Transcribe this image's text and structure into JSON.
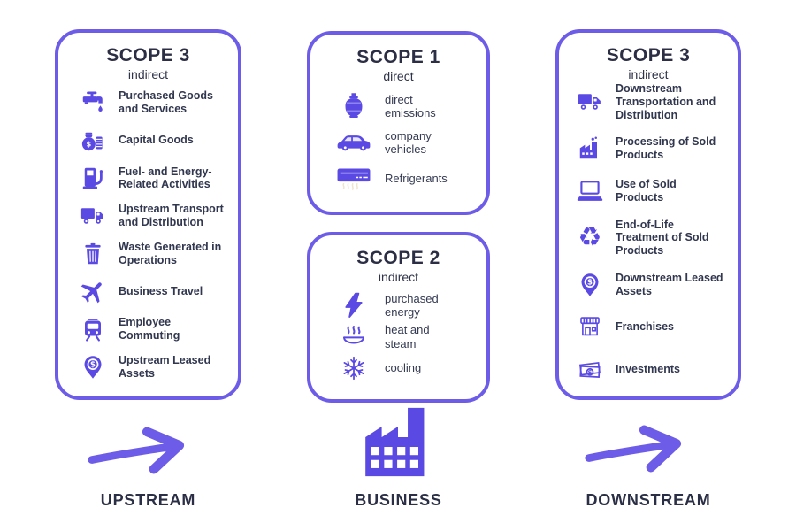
{
  "colors": {
    "accent_border": "#6C5CE7",
    "icon_purple": "#5A4AE3",
    "heading_dark": "#2B2E44",
    "body_text": "#31374F"
  },
  "panels": [
    {
      "id": "scope3-upstream",
      "title": "SCOPE 3",
      "subtitle": "indirect",
      "items": [
        {
          "icon": "faucet-icon",
          "label": "Purchased Goods and Services"
        },
        {
          "icon": "money-bag-icon",
          "label": "Capital Goods"
        },
        {
          "icon": "fuel-pump-icon",
          "label": "Fuel- and Energy-Related Activities"
        },
        {
          "icon": "truck-icon",
          "label": "Upstream Transport and Distribution"
        },
        {
          "icon": "trash-icon",
          "label": "Waste Generated in Operations"
        },
        {
          "icon": "airplane-icon",
          "label": "Business Travel"
        },
        {
          "icon": "tram-icon",
          "label": "Employee Commuting"
        },
        {
          "icon": "pin-dollar-icon",
          "label": "Upstream Leased Assets"
        }
      ]
    },
    {
      "id": "scope1",
      "title": "SCOPE 1",
      "subtitle": "direct",
      "items": [
        {
          "icon": "gas-tank-icon",
          "label": "direct emissions"
        },
        {
          "icon": "car-icon",
          "label": "company vehicles"
        },
        {
          "icon": "air-conditioner-icon",
          "label": "Refrigerants"
        }
      ]
    },
    {
      "id": "scope2",
      "title": "SCOPE 2",
      "subtitle": "indirect",
      "items": [
        {
          "icon": "lightning-icon",
          "label": "purchased energy"
        },
        {
          "icon": "steam-icon",
          "label": "heat and steam"
        },
        {
          "icon": "snowflake-icon",
          "label": "cooling"
        }
      ]
    },
    {
      "id": "scope3-downstream",
      "title": "SCOPE 3",
      "subtitle": "indirect",
      "items": [
        {
          "icon": "truck-icon",
          "label": "Downstream Transportation and Distribution"
        },
        {
          "icon": "factory-icon",
          "label": "Processing of Sold Products"
        },
        {
          "icon": "laptop-icon",
          "label": "Use of Sold Products"
        },
        {
          "icon": "recycle-icon",
          "label": "End-of-Life Treatment of Sold Products"
        },
        {
          "icon": "pin-dollar-icon",
          "label": "Downstream Leased Assets"
        },
        {
          "icon": "storefront-icon",
          "label": "Franchises"
        },
        {
          "icon": "banknotes-icon",
          "label": "Investments"
        }
      ]
    }
  ],
  "footer": {
    "upstream_label": "UPSTREAM",
    "business_label": "BUSINESS",
    "downstream_label": "DOWNSTREAM"
  },
  "icons_footer": {
    "recycle_glyph": "♻"
  }
}
